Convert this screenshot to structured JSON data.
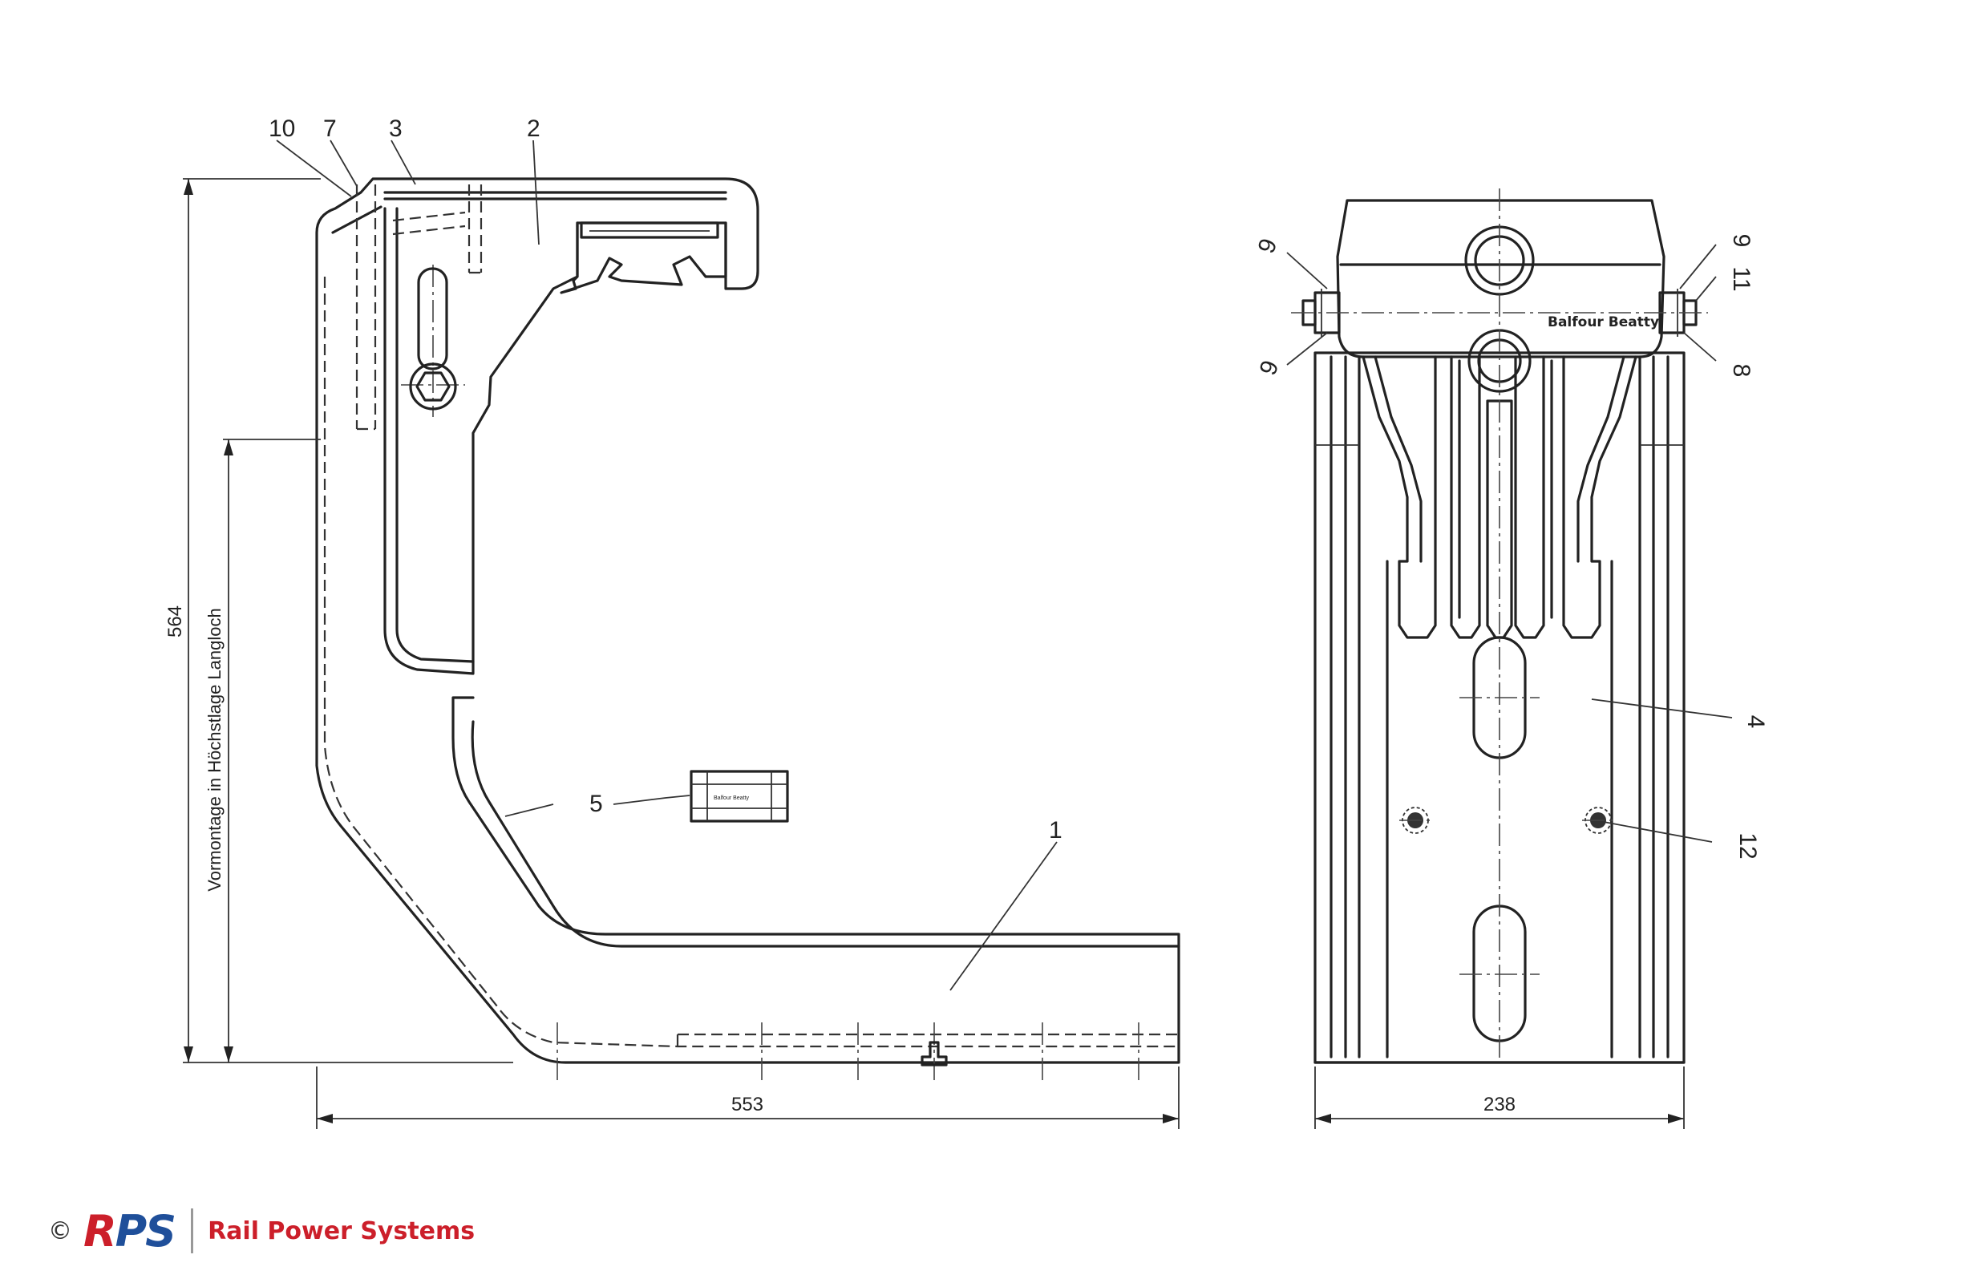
{
  "labels": {
    "part_1": "1",
    "part_2": "2",
    "part_3": "3",
    "part_4": "4",
    "part_5": "5",
    "part_7": "7",
    "part_8": "8",
    "part_9a": "9",
    "part_9b": "9",
    "part_9c": "9",
    "part_10": "10",
    "part_11": "11",
    "part_12": "12"
  },
  "dimensions": {
    "height": "564",
    "width_side": "553",
    "width_front": "238",
    "vertical_note": "Vormontage in Höchstlage Langloch"
  },
  "brand_mark": "Balfour Beatty",
  "footer": {
    "copyright": "©",
    "logo_part_r": "R",
    "logo_part_ps": "PS",
    "company": "Rail Power Systems"
  },
  "colors": {
    "logo_blue": "#1f4f9a",
    "logo_red": "#cc1f2a",
    "line": "#222222"
  }
}
